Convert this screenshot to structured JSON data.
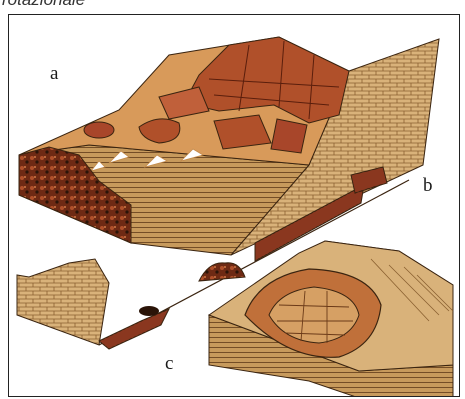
{
  "caption": "rotazionale",
  "labels": {
    "a": "a",
    "b": "b",
    "c": "c"
  },
  "colors": {
    "rock_tan": "#d9b27a",
    "rock_tan_dark": "#c79a5c",
    "debris_red": "#b0502a",
    "debris_dark": "#6e2a14",
    "slide_surface": "#d89a5a",
    "outline": "#3a2410"
  }
}
